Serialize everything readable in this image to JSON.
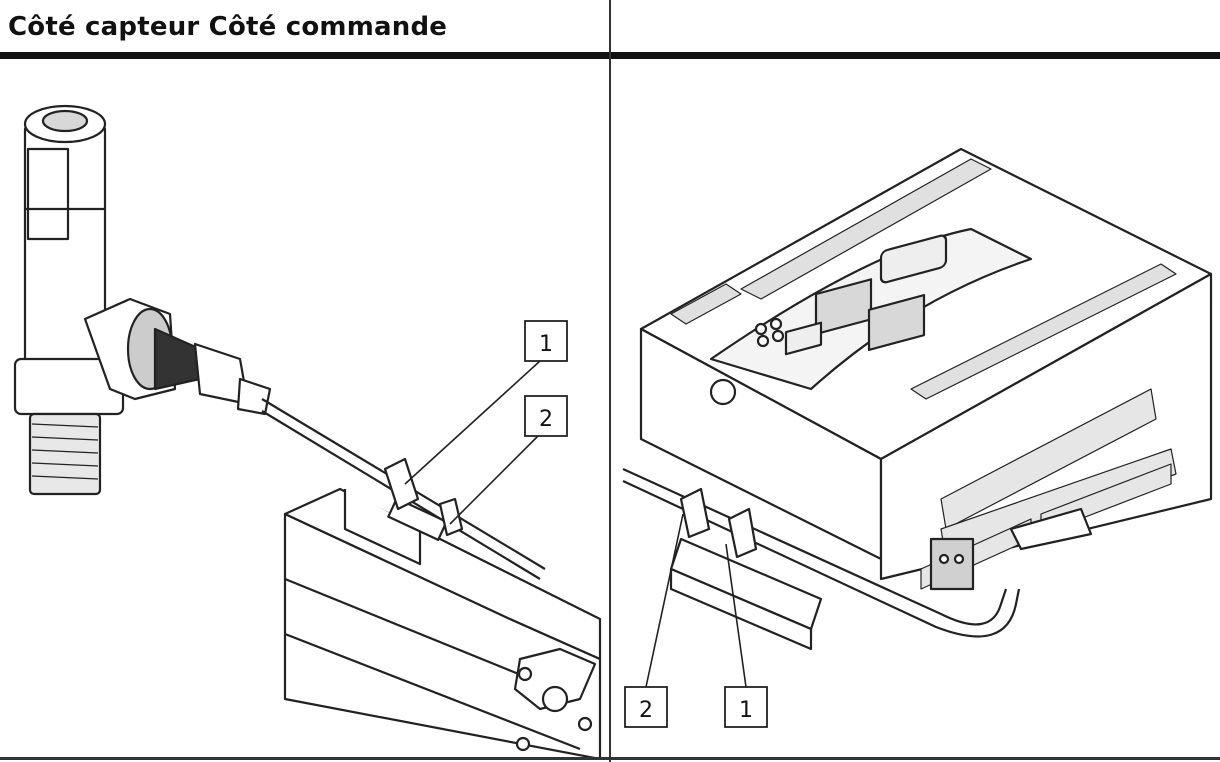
{
  "header": {
    "left_title": "Côté capteur Côté commande",
    "right_title": ""
  },
  "left_panel": {
    "callout_1": "1",
    "callout_2": "2"
  },
  "right_panel": {
    "callout_1": "1",
    "callout_2": "2"
  }
}
